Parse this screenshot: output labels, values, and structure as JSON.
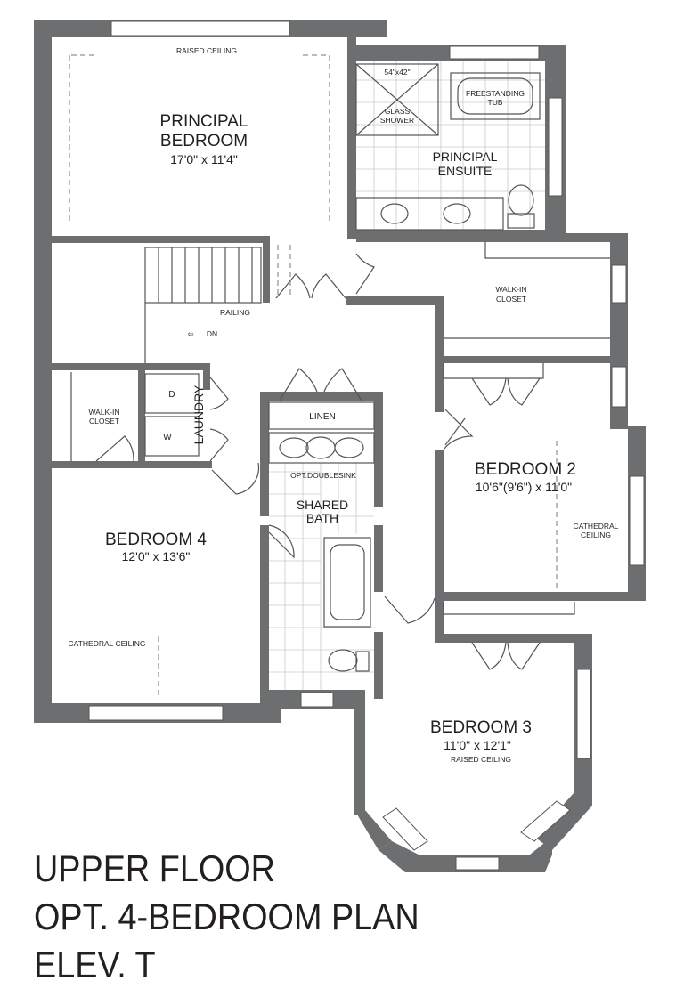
{
  "rooms": {
    "principal_bedroom": {
      "name1": "PRINCIPAL",
      "name2": "BEDROOM",
      "size": "17'0\" x 11'4\"",
      "note": "RAISED CEILING"
    },
    "principal_ensuite": {
      "name1": "PRINCIPAL",
      "name2": "ENSUITE",
      "shower_size": "54\"x42\"",
      "shower1": "GLASS",
      "shower2": "SHOWER",
      "tub1": "FREESTANDING",
      "tub2": "TUB"
    },
    "walk_in_closet_principal": {
      "name1": "WALK-IN",
      "name2": "CLOSET"
    },
    "stairs": {
      "railing": "RAILING",
      "dn": "DN"
    },
    "bedroom2": {
      "name": "BEDROOM 2",
      "size": "10'6\"(9'6\") x 11'0\"",
      "note1": "CATHEDRAL",
      "note2": "CEILING"
    },
    "bedroom3": {
      "name": "BEDROOM 3",
      "size": "11'0\" x 12'1\"",
      "note": "RAISED CEILING"
    },
    "bedroom4": {
      "name": "BEDROOM 4",
      "size": "12'0\" x 13'6\"",
      "note": "CATHEDRAL CEILING"
    },
    "walk_in_closet_b4": {
      "name1": "WALK-IN",
      "name2": "CLOSET"
    },
    "laundry": {
      "name": "LAUNDRY",
      "dryer": "D",
      "washer": "W"
    },
    "linen": {
      "name": "LINEN"
    },
    "shared_bath": {
      "name1": "SHARED",
      "name2": "BATH",
      "sink_note": "OPT.DOUBLESINK"
    }
  },
  "title": {
    "line1": "UPPER FLOOR",
    "line2": "OPT. 4-BEDROOM PLAN",
    "line3": "ELEV. T"
  }
}
